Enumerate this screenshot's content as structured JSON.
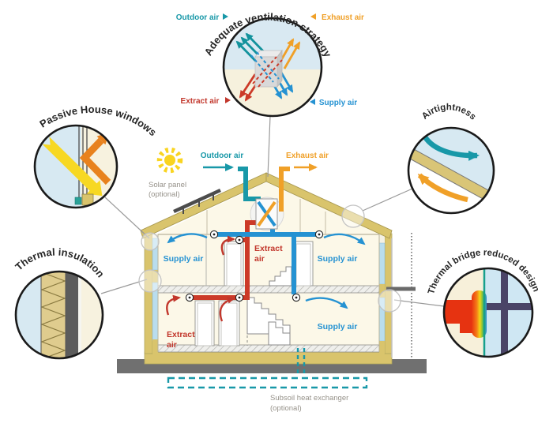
{
  "figure": {
    "callouts": {
      "ventilation": {
        "title": "Adequate ventilation strategy",
        "outdoor_label": "Outdoor air",
        "exhaust_label": "Exhaust air",
        "extract_label": "Extract air",
        "supply_label": "Supply air"
      },
      "windows": {
        "title": "Passive House windows"
      },
      "insulation": {
        "title": "Thermal insulation"
      },
      "airtightness": {
        "title": "Airtightness"
      },
      "thermal_bridge": {
        "title": "Thermal bridge reduced design"
      }
    },
    "house": {
      "outdoor_air": "Outdoor air",
      "exhaust_air": "Exhaust air",
      "solar_panel": [
        "Solar panel",
        "(optional)"
      ],
      "supply_upper_left": "Supply air",
      "supply_upper_right": "Supply air",
      "supply_lower": "Supply air",
      "extract_upper": [
        "Extract",
        "air"
      ],
      "extract_lower": [
        "Extract",
        "air"
      ],
      "subsoil": [
        "Subsoil heat exchanger",
        "(optional)"
      ]
    },
    "colors": {
      "teal": "#1898a8",
      "orange": "#f0a028",
      "red": "#cc3a28",
      "blue": "#2592d2",
      "roof_tan": "#d9c46c",
      "cream": "#f7f2df",
      "light_blue": "#d7e9f2",
      "ground_gray": "#707070"
    }
  }
}
